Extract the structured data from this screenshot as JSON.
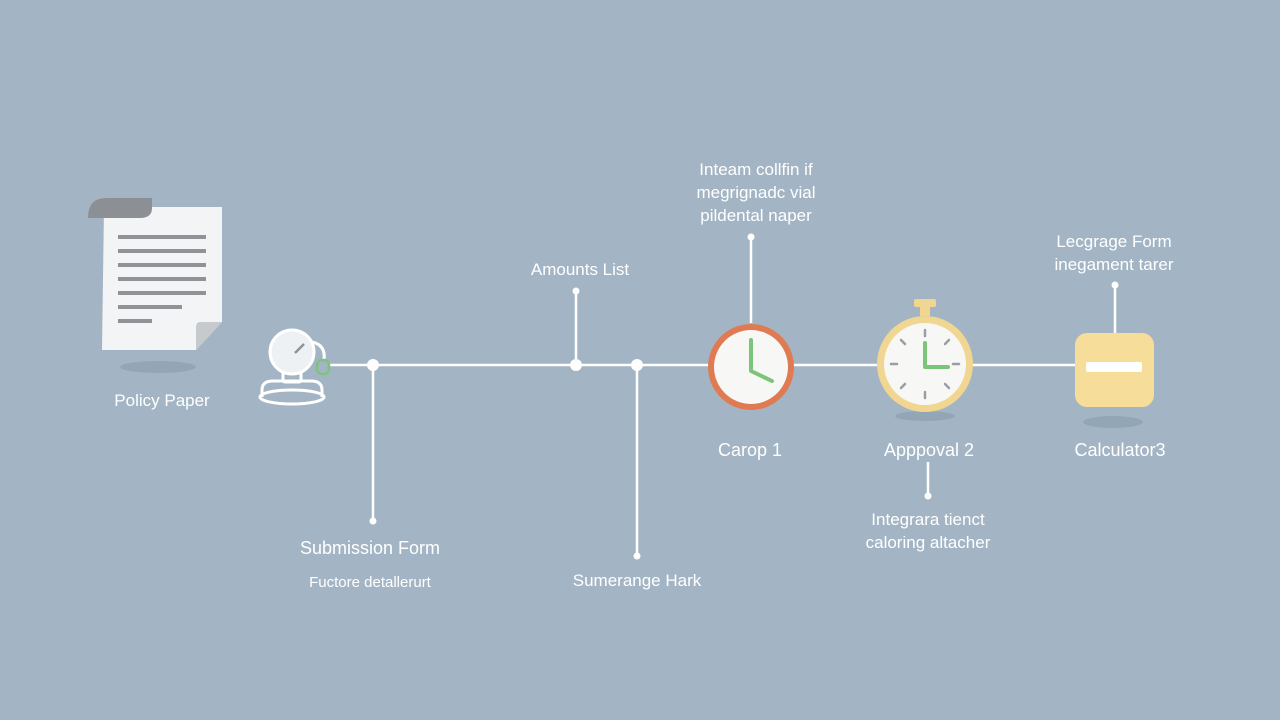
{
  "colors": {
    "background": "#a3b5c4",
    "line": "#ffffff",
    "clock_ring_orange": "#e07a52",
    "stopwatch_ring_yellow": "#f0d690",
    "calculator_fill": "#f6dd9a",
    "clock_hand_green": "#7cc47a"
  },
  "labels": {
    "policy_paper": "Policy Paper",
    "submission_form": "Submission Form",
    "submission_sub": "Fuctore detallerurt",
    "amounts_list": "Amounts List",
    "sumerange_hark": "Sumerange Hark",
    "top_note": [
      "Inteam collfin if",
      "megrignadc vial",
      "pildental naper"
    ],
    "carop": "Carop 1",
    "approval": "Apppoval 2",
    "approval_note": [
      "Integrara tienct",
      "caloring altacher"
    ],
    "leverage_note": [
      "Lecgrage Form",
      "inegament tarer"
    ],
    "calculator": "Calculator3"
  },
  "icons": {
    "document": "document-icon",
    "stamp": "stamp-icon",
    "clock": "clock-icon",
    "stopwatch": "stopwatch-icon",
    "calculator": "calculator-icon"
  }
}
